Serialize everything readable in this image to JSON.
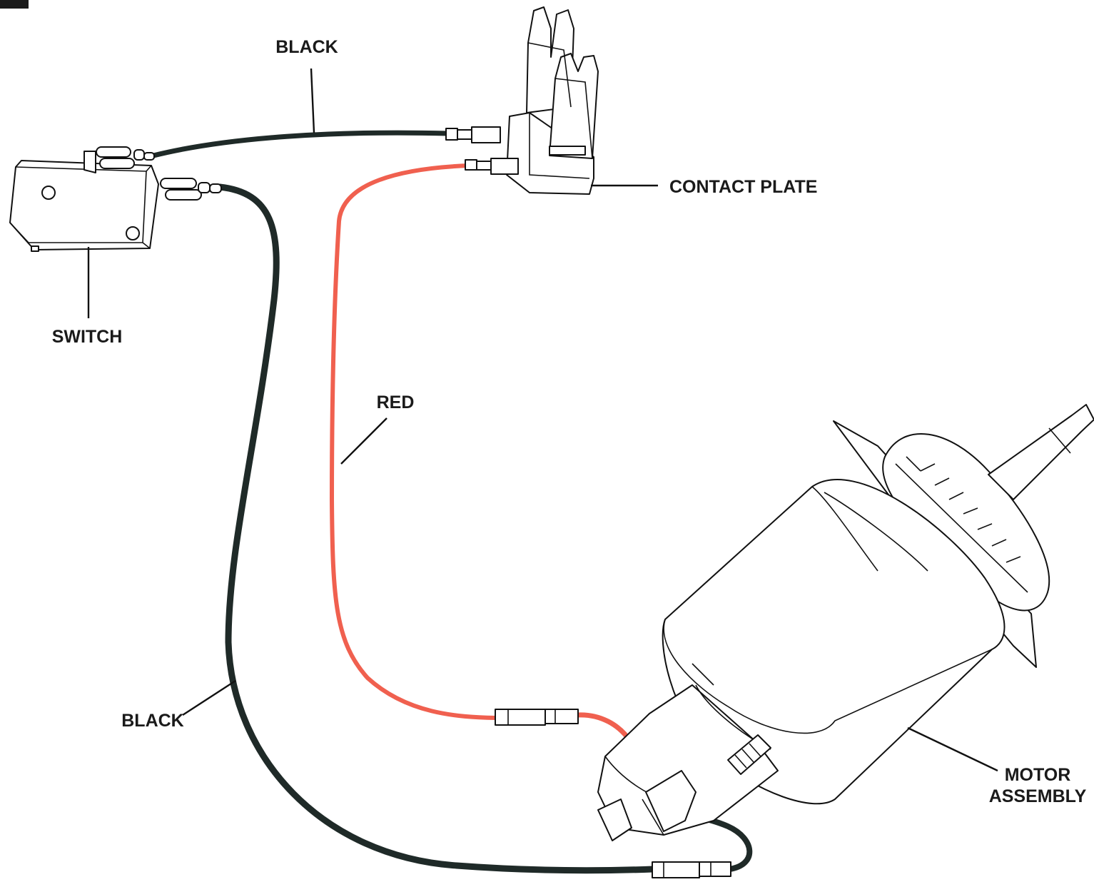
{
  "labels": {
    "black_top": "BLACK",
    "contact_plate": "CONTACT PLATE",
    "switch": "SWITCH",
    "red": "RED",
    "black_bottom": "BLACK",
    "motor_line1": "MOTOR",
    "motor_line2": "ASSEMBLY"
  },
  "colors": {
    "black_wire": "#1f2a28",
    "red_wire": "#f0604f",
    "line": "#111111",
    "background": "#ffffff"
  }
}
